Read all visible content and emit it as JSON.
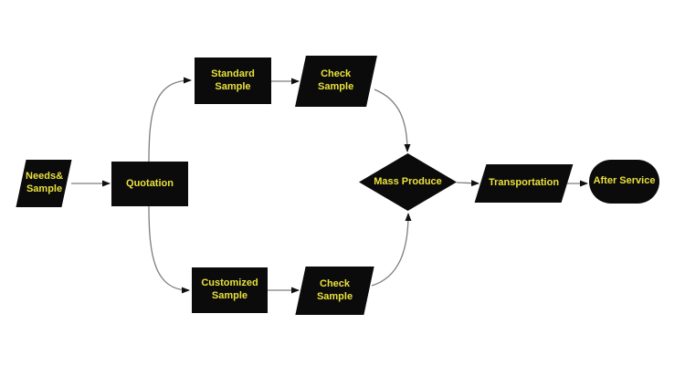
{
  "diagram": {
    "type": "flowchart",
    "background_color": "#ffffff",
    "node_fill_color": "#0b0b0b",
    "node_text_color": "#eae13c",
    "connector_color": "#7d7d7d",
    "arrowhead_color": "#101010",
    "nodes": [
      {
        "id": "needs-sample",
        "shape": "parallelogram",
        "label": "Needs&\nSample"
      },
      {
        "id": "quotation",
        "shape": "rectangle",
        "label": "Quotation"
      },
      {
        "id": "standard-sample",
        "shape": "rectangle",
        "label": "Standard\nSample"
      },
      {
        "id": "check-sample-top",
        "shape": "parallelogram",
        "label": "Check\nSample"
      },
      {
        "id": "customized-sample",
        "shape": "rectangle",
        "label": "Customized\nSample"
      },
      {
        "id": "check-sample-bottom",
        "shape": "parallelogram",
        "label": "Check\nSample"
      },
      {
        "id": "mass-produce",
        "shape": "diamond",
        "label": "Mass Produce"
      },
      {
        "id": "transportation",
        "shape": "parallelogram",
        "label": "Transportation"
      },
      {
        "id": "after-service",
        "shape": "stadium",
        "label": "After Service"
      }
    ],
    "edges": [
      {
        "from": "needs-sample",
        "to": "quotation"
      },
      {
        "from": "quotation",
        "to": "standard-sample"
      },
      {
        "from": "standard-sample",
        "to": "check-sample-top"
      },
      {
        "from": "check-sample-top",
        "to": "mass-produce"
      },
      {
        "from": "quotation",
        "to": "customized-sample"
      },
      {
        "from": "customized-sample",
        "to": "check-sample-bottom"
      },
      {
        "from": "check-sample-bottom",
        "to": "mass-produce"
      },
      {
        "from": "mass-produce",
        "to": "transportation"
      },
      {
        "from": "transportation",
        "to": "after-service"
      }
    ]
  }
}
